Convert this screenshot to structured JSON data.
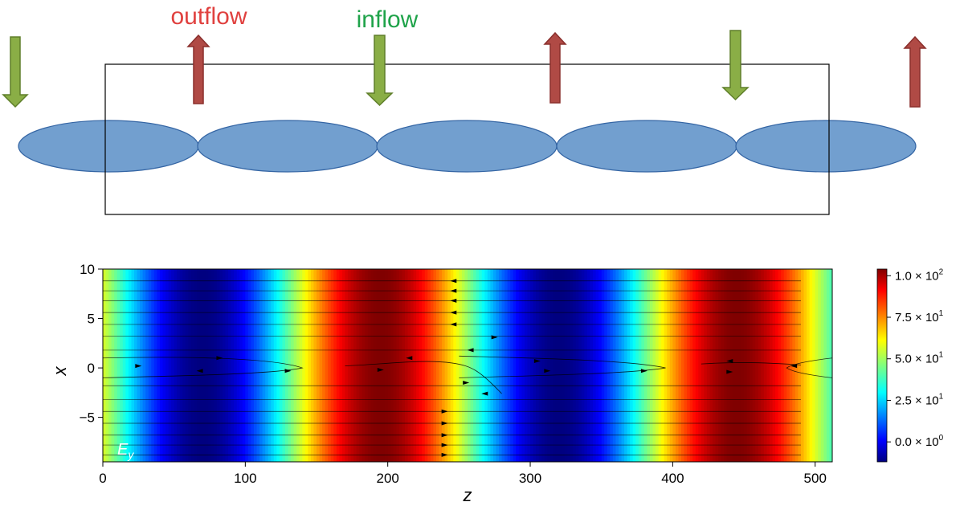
{
  "diagram": {
    "labels": {
      "outflow": "outflow",
      "inflow": "inflow"
    },
    "colors": {
      "outflow": "#e0413f",
      "inflow": "#1fa34a",
      "outflow_arrow": "#b04a45",
      "inflow_arrow": "#8aae46",
      "ellipse_fill": "#729fcf",
      "ellipse_stroke": "#3465a4"
    },
    "ellipse_count": 5
  },
  "chart_data": {
    "type": "heatmap",
    "field_label": "E",
    "field_subscript": "y",
    "xlabel": "z",
    "ylabel": "x",
    "xlim": [
      0,
      512
    ],
    "ylim": [
      -9.5,
      10
    ],
    "x_ticks": [
      "0",
      "100",
      "200",
      "300",
      "400",
      "500"
    ],
    "y_ticks": [
      "10",
      "5",
      "0",
      "−5"
    ],
    "colormap": "jet",
    "color_min": -12,
    "color_max": 104,
    "peaks_z": [
      195,
      445
    ],
    "minima_z": [
      70,
      320
    ],
    "colorbar_ticks": [
      {
        "value": 0,
        "label": "0.0 × 10",
        "exp": "0"
      },
      {
        "value": 25,
        "label": "2.5 × 10",
        "exp": "1"
      },
      {
        "value": 50,
        "label": "5.0 × 10",
        "exp": "1"
      },
      {
        "value": 75,
        "label": "7.5 × 10",
        "exp": "1"
      },
      {
        "value": 100,
        "label": "1.0 × 10",
        "exp": "2"
      }
    ]
  }
}
